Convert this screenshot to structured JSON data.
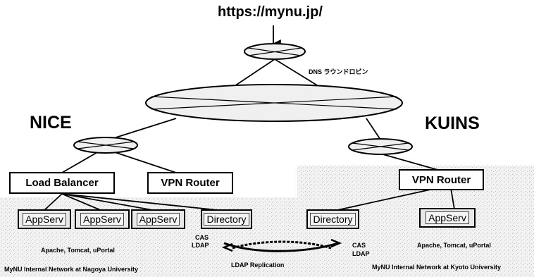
{
  "url": "https://mynu.jp/",
  "dns_label": "DNS ラウンドロビン",
  "networks": {
    "left": "NICE",
    "right": "KUINS"
  },
  "boxes": {
    "load_balancer": "Load Balancer",
    "vpn_router_left": "VPN Router",
    "vpn_router_right": "VPN Router",
    "appserv_1": "AppServ",
    "appserv_2": "AppServ",
    "appserv_3": "AppServ",
    "directory_left": "Directory",
    "directory_right": "Directory",
    "appserv_right": "AppServ"
  },
  "labels": {
    "software_left": "Apache, Tomcat, uPortal",
    "software_right": "Apache, Tomcat, uPortal",
    "cas_left": "CAS",
    "ldap_left": "LDAP",
    "cas_right": "CAS",
    "ldap_right": "LDAP",
    "ldap_replication": "LDAP Replication",
    "internal_left": "MyNU Internal Network at Nagoya University",
    "internal_right": "MyNU Internal Network at Kyoto University"
  }
}
